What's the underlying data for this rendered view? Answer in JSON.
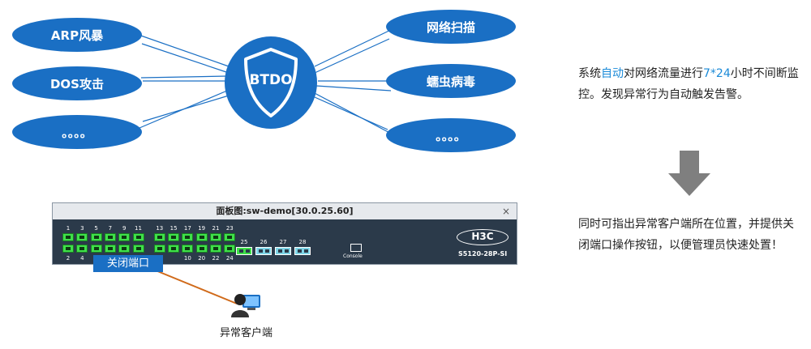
{
  "left_nodes": [
    "ARP风暴",
    "DOS攻击",
    "。。。。"
  ],
  "right_nodes": [
    "网络扫描",
    "蠕虫病毒",
    "。。。。"
  ],
  "center": {
    "label": "BTDO"
  },
  "description_top": {
    "p1": "系统",
    "hl1": "自动",
    "p2": "对网络流量进行",
    "hl2": "7*24",
    "p3": "小时不间断监控。发现异常行为自动触发告警。"
  },
  "description_bottom": "同时可指出异常客户端所在位置，并提供关闭端口操作按钮，以便管理员快速处置！",
  "panel": {
    "title": "面板图:sw-demo[30.0.25.60]",
    "close": "×",
    "brand": "H3C",
    "model": "S5120-28P-SI",
    "console_label": "Console",
    "top_port_numbers": [
      "1",
      "3",
      "5",
      "7",
      "9",
      "11",
      "13",
      "15",
      "17",
      "19",
      "21",
      "23"
    ],
    "bottom_port_numbers": [
      "2",
      "4",
      "",
      "",
      "",
      "",
      "",
      "",
      "10",
      "20",
      "22",
      "24"
    ],
    "sfp_numbers": [
      "25",
      "26",
      "27",
      "28"
    ]
  },
  "close_port_button": "关闭端口",
  "client_label": "异常客户端",
  "colors": {
    "node_blue": "#1a6fc4",
    "highlight": "#1a8ad8",
    "arrow_line": "#d06a1a"
  }
}
